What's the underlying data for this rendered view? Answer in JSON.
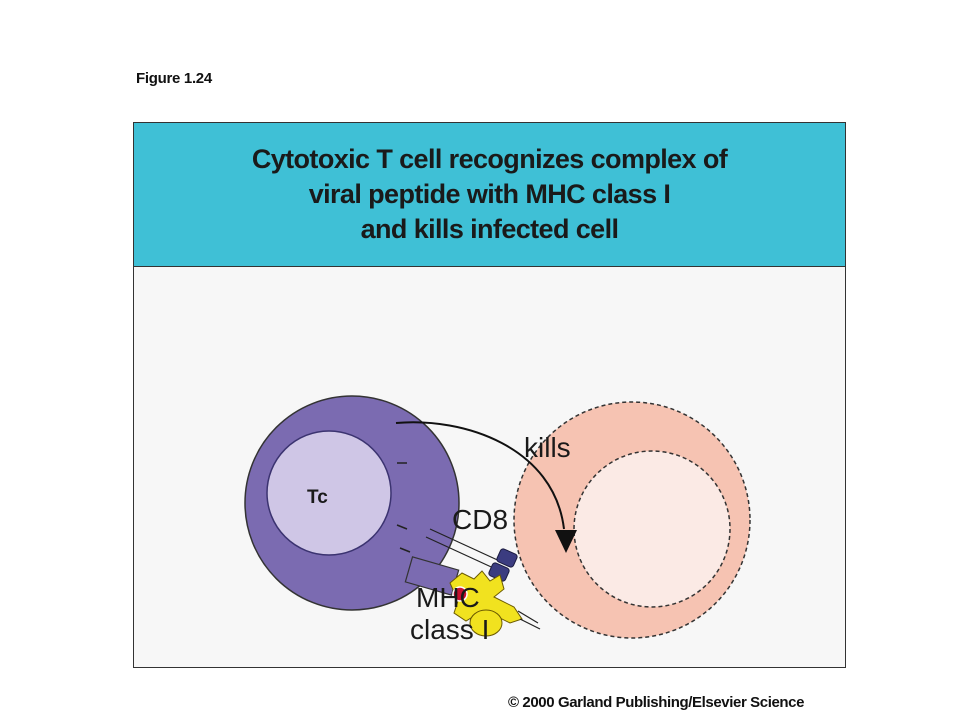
{
  "figure_label": "Figure 1.24",
  "header": {
    "lines": [
      "Cytotoxic T cell recognizes complex of",
      "viral peptide with MHC class I",
      "and kills infected cell"
    ]
  },
  "diagram": {
    "tc_label": "Tc",
    "kills_label": "kills",
    "cd8_label": "CD8",
    "mhc_label_line1": "MHC",
    "mhc_label_line2": "class I",
    "colors": {
      "t_cell_outer": "#7b6bb1",
      "t_cell_nucleus": "#cfc6e6",
      "infected_cell_outer": "#f6c3b2",
      "infected_cell_nucleus": "#fbeae5",
      "cd8": "#3b3c80",
      "tcr": "#7b6bb1",
      "mhc": "#f1e21f",
      "peptide": "#c8102e",
      "header_bg": "#3fc0d6"
    }
  },
  "copyright": "© 2000 Garland Publishing/Elsevier Science"
}
